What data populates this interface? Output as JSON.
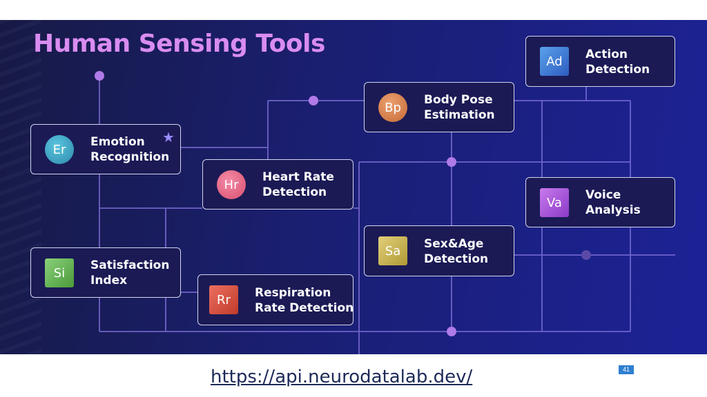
{
  "slide": {
    "title": "Human Sensing Tools",
    "url": "https://api.neurodatalab.dev/",
    "page_number": "41"
  },
  "cards": {
    "emotion": {
      "abbr": "Er",
      "line1": "Emotion",
      "line2": "Recognition",
      "color": "#3fa6c4",
      "starred": true,
      "star": "★"
    },
    "heart_rate": {
      "abbr": "Hr",
      "line1": "Heart Rate",
      "line2": "Detection",
      "color": "#e86a8a"
    },
    "body_pose": {
      "abbr": "Bp",
      "line1": "Body Pose",
      "line2": "Estimation",
      "color": "#d98048"
    },
    "action": {
      "abbr": "Ad",
      "line1": "Action",
      "line2": "Detection",
      "color": "#3a7ad8"
    },
    "voice": {
      "abbr": "Va",
      "line1": "Voice",
      "line2": "Analysis",
      "color": "#a64fd8"
    },
    "sex_age": {
      "abbr": "Sa",
      "line1": "Sex&Age",
      "line2": "Detection",
      "color": "#c8b048"
    },
    "satisfaction": {
      "abbr": "Si",
      "line1": "Satisfaction",
      "line2": "Index",
      "color": "#5aa84a"
    },
    "respiration": {
      "abbr": "Rr",
      "line1": "Respiration",
      "line2": "Rate Detection",
      "color": "#d84a3a"
    }
  },
  "colors": {
    "accent": "#d98cf0",
    "line": "#8a78e0",
    "node": "#b07ae8"
  }
}
